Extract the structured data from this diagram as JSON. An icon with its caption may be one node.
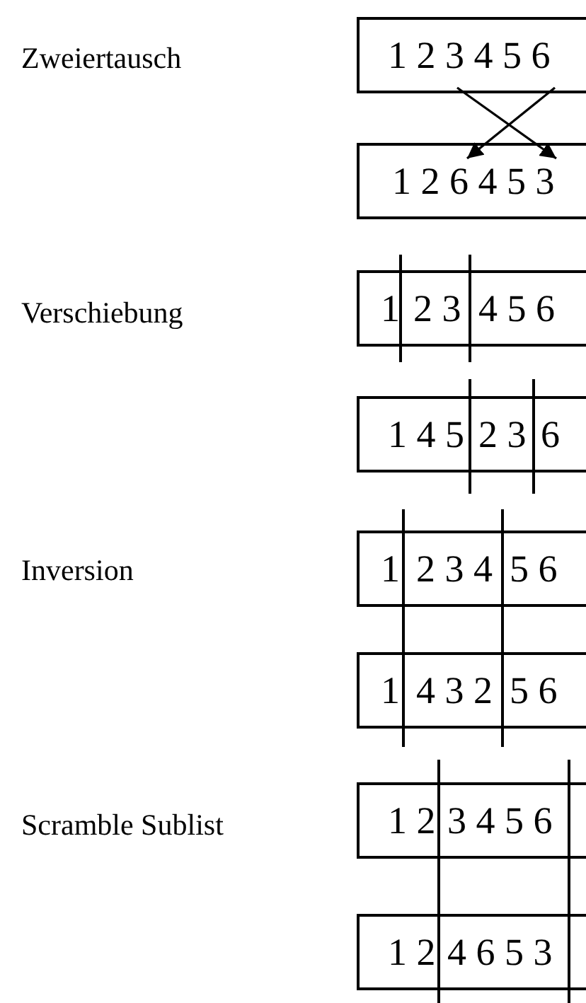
{
  "diagram": {
    "nodes": [
      {
        "text": [
          "1 2 3 4 5 6"
        ]
      },
      {
        "text": [
          "1 2 6 4 5 3"
        ]
      },
      {
        "text": [
          "1",
          "2 3",
          "4 5 6"
        ]
      },
      {
        "text": [
          "1 4 5",
          "2 3",
          "6"
        ]
      },
      {
        "text": [
          "1",
          "2 3 4",
          "5 6"
        ]
      },
      {
        "text": [
          "1",
          "4 3 2",
          "5 6"
        ]
      },
      {
        "text": [
          "1 2",
          "3 4 5 6"
        ]
      },
      {
        "text": [
          "1 2",
          "4 6 5 3"
        ]
      }
    ],
    "edges": [
      {
        "from": 0,
        "to": 1,
        "arrow": "to"
      },
      {
        "from": 0,
        "to": 1,
        "arrow": "to"
      }
    ],
    "labels": [
      "Zweiertausch",
      "Verschiebung",
      "Inversion",
      "Scramble Sublist"
    ]
  }
}
